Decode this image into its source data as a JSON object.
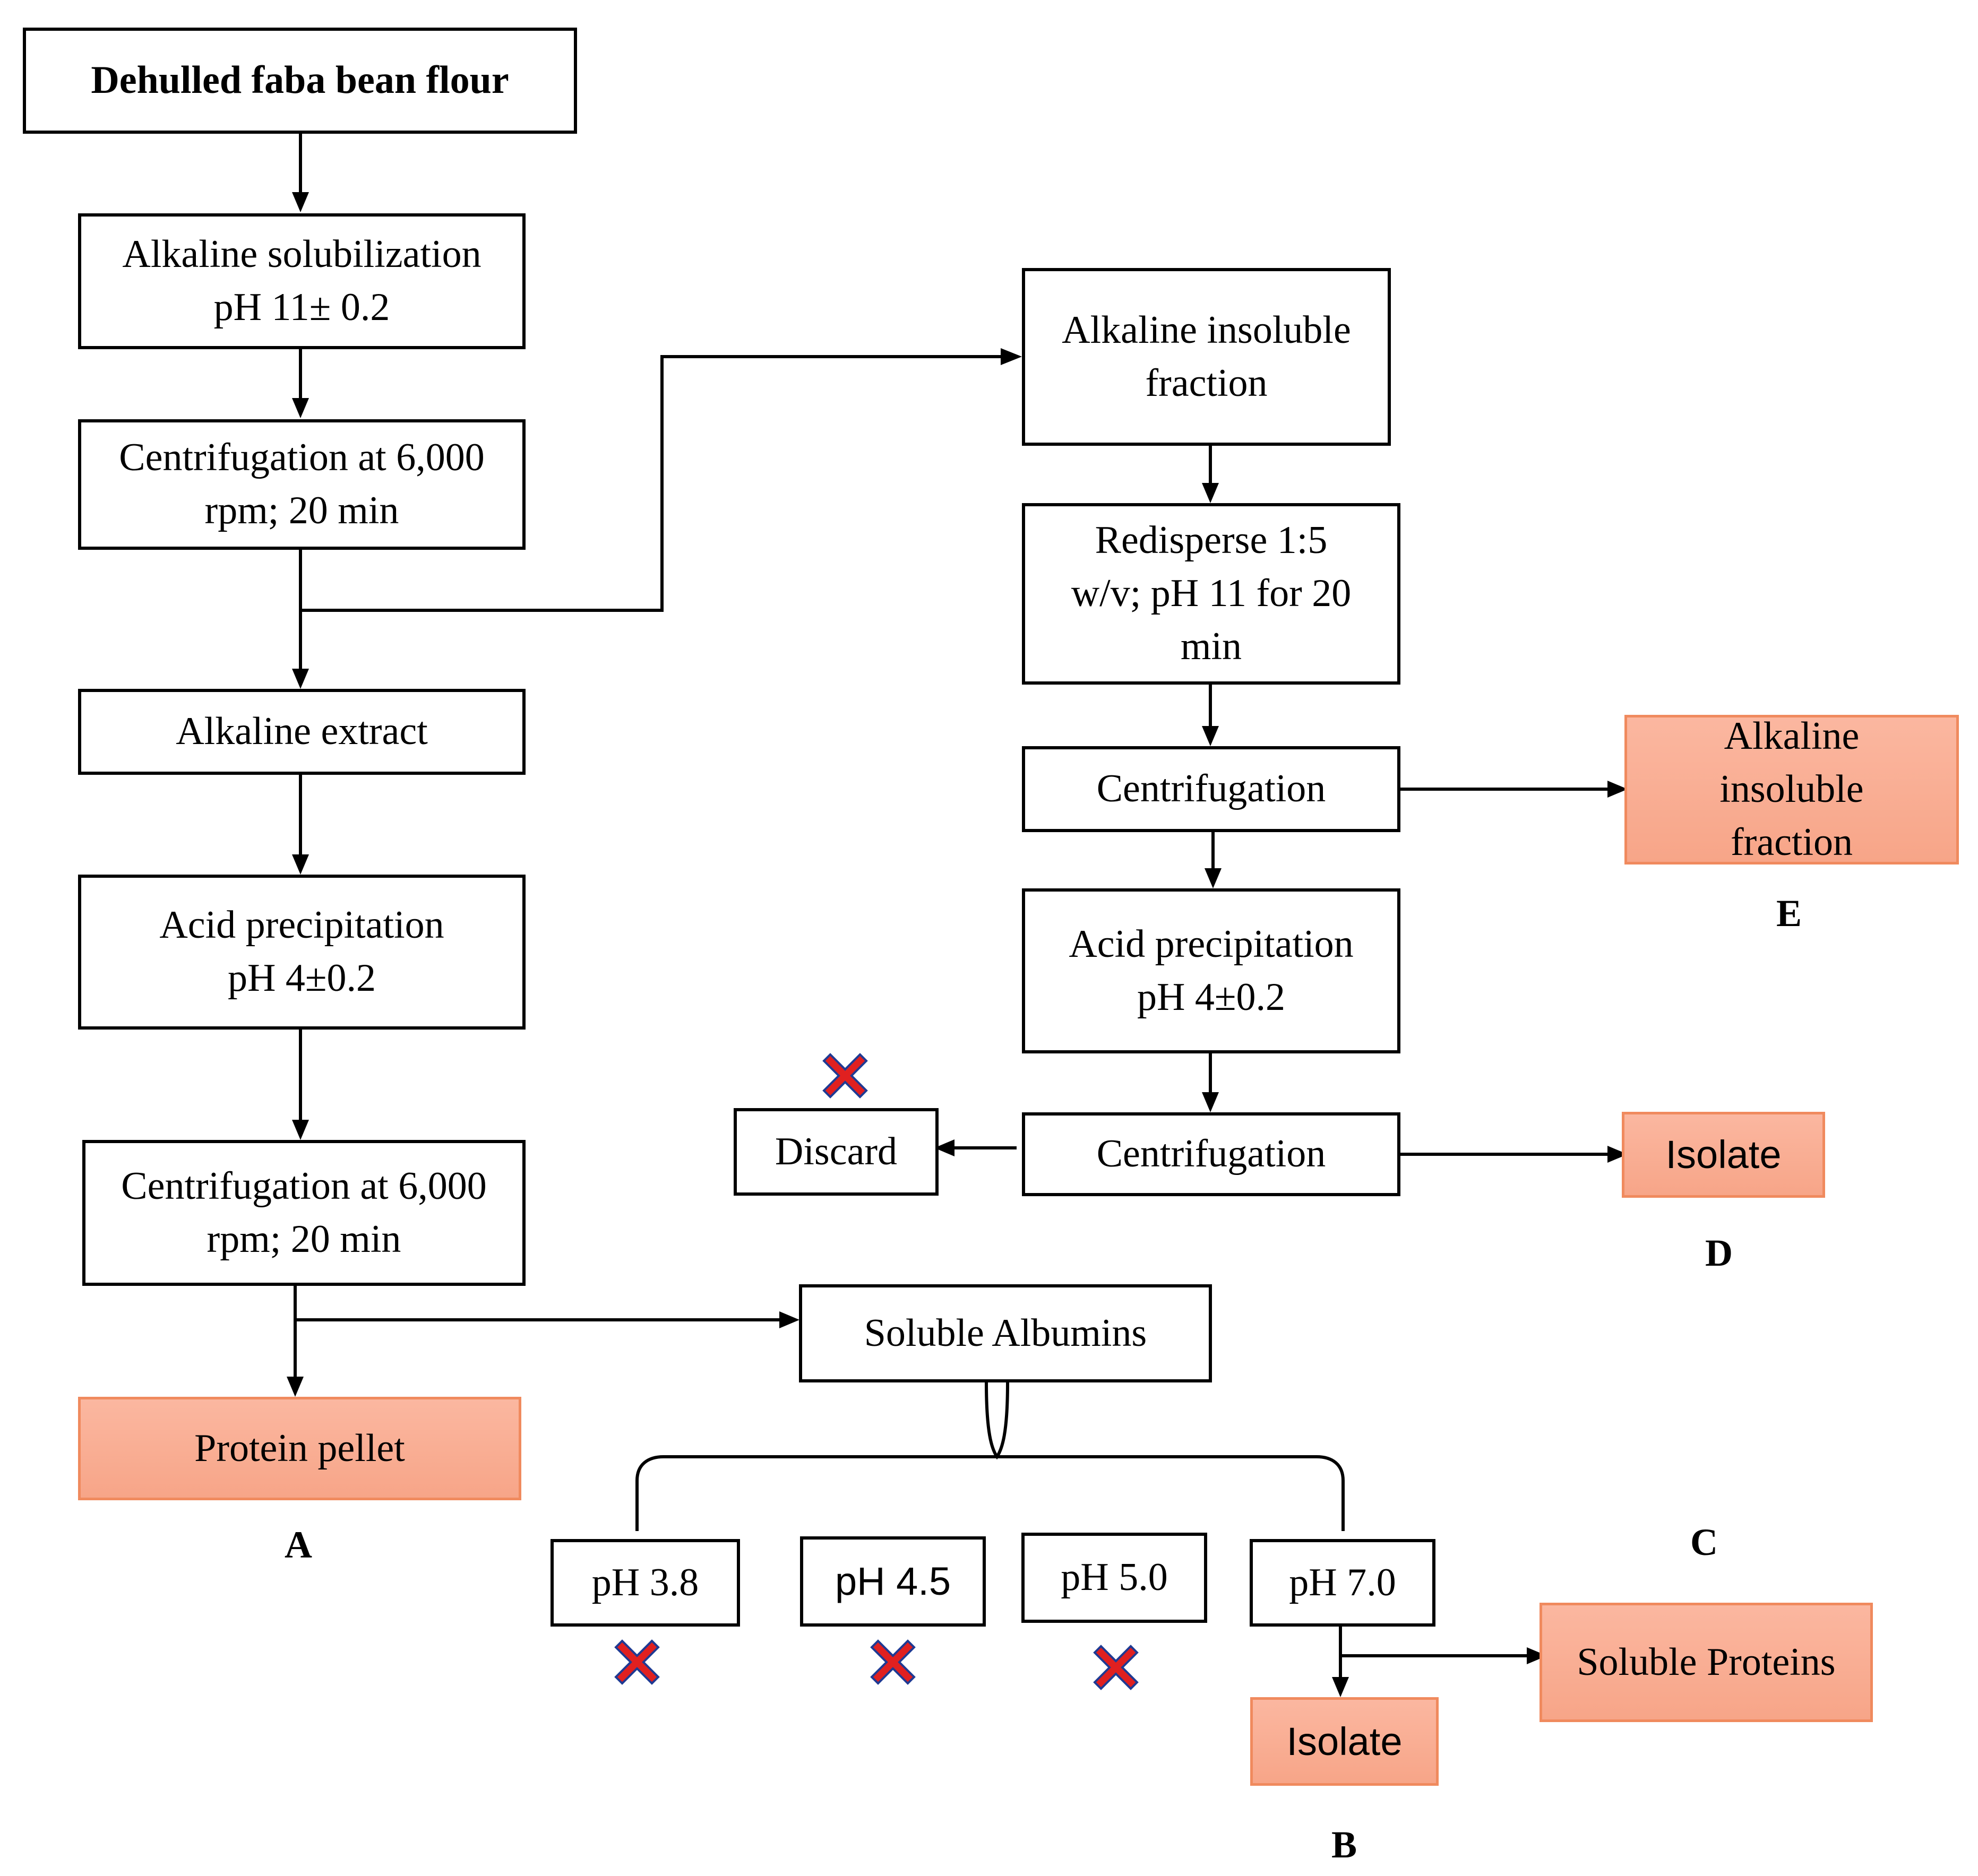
{
  "colors": {
    "line": "#000000",
    "output_fill": "#f7a588",
    "output_border": "#f08a5e",
    "reject_mark": "#e02020",
    "reject_outline": "#1f3a93"
  },
  "steps": {
    "flour": "Dehulled faba bean flour",
    "alk_sol_1": "Alkaline solubilization",
    "alk_sol_2": "pH 11± 0.2",
    "centrifuge1_1": "Centrifugation at 6,000",
    "centrifuge1_2": "rpm; 20 min",
    "alk_extract": "Alkaline extract",
    "acid_precip_1": "Acid precipitation",
    "acid_precip_2": "pH 4±0.2",
    "centrifuge2_1": "Centrifugation at 6,000",
    "centrifuge2_2": "rpm; 20 min",
    "protein_pellet": "Protein pellet",
    "soluble_albumins": "Soluble Albumins",
    "ph_options": [
      "pH 3.8",
      "pH 4.5",
      "pH 5.0",
      "pH 7.0"
    ],
    "isolate_b": "Isolate",
    "soluble_proteins": "Soluble Proteins",
    "alk_insoluble_1": "Alkaline insoluble",
    "alk_insoluble_2": "fraction",
    "redisperse_1": "Redisperse 1:5",
    "redisperse_2": "w/v; pH 11 for 20",
    "redisperse_3": "min",
    "centrifugation_r1": "Centrifugation",
    "alk_insoluble_out_1": "Alkaline",
    "alk_insoluble_out_2": "insoluble",
    "alk_insoluble_out_3": "fraction",
    "acid_precip_r_1": "Acid precipitation",
    "acid_precip_r_2": "pH 4±0.2",
    "centrifugation_r2": "Centrifugation",
    "discard": "Discard",
    "isolate_d": "Isolate"
  },
  "labels": {
    "a": "A",
    "b": "B",
    "c": "C",
    "d": "D",
    "e": "E"
  }
}
